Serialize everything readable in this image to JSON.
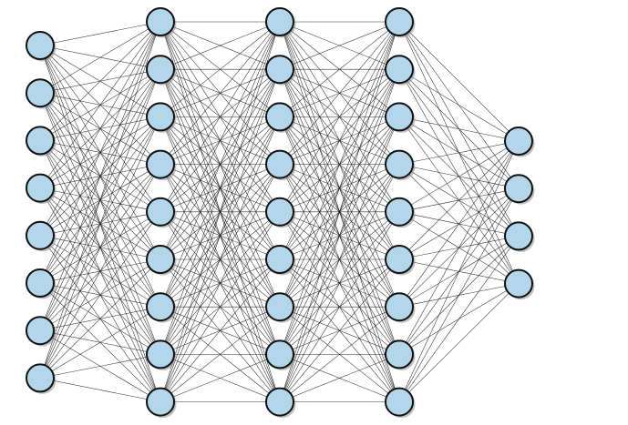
{
  "diagram": {
    "type": "fully-connected-neural-network",
    "layers": [
      {
        "name": "input-layer",
        "node_count": 8
      },
      {
        "name": "hidden-layer-1",
        "node_count": 9
      },
      {
        "name": "hidden-layer-2",
        "node_count": 9
      },
      {
        "name": "hidden-layer-3",
        "node_count": 9
      },
      {
        "name": "output-layer",
        "node_count": 4
      }
    ],
    "connectivity": "fully-connected",
    "colors": {
      "node_fill": "#b4d6ea",
      "node_stroke": "#111111",
      "edge": "#1a1a1a",
      "background": "#ffffff"
    }
  }
}
